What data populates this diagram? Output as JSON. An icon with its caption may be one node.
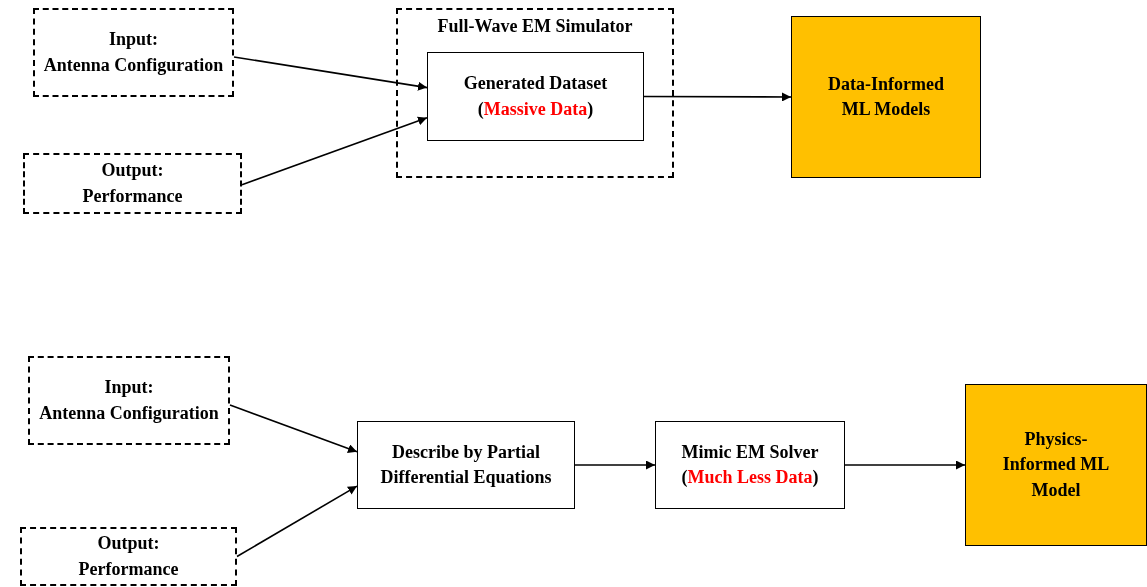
{
  "diagram": {
    "nodes": [
      {
        "text": [
          "Full-Wave EM Simulator"
        ]
      },
      {
        "text": [
          "Input:",
          "Antenna Configuration"
        ]
      },
      {
        "text": [
          "Output:",
          "Performance"
        ]
      },
      {
        "text": [
          "Generated Dataset",
          "(*Massive Data*)"
        ],
        "in": 0
      },
      {
        "text": [
          "Data-Informed ML Models"
        ]
      },
      {
        "text": [
          "Input:",
          "Antenna Configuration"
        ]
      },
      {
        "text": [
          "Output:",
          "Performance"
        ]
      },
      {
        "text": [
          "Describe by Partial Differential Equations"
        ]
      },
      {
        "text": [
          "Mimic EM Solver",
          "(*Much Less Data*)"
        ]
      },
      {
        "text": [
          "Physics-Informed ML Model"
        ]
      }
    ],
    "edges": [
      {
        "from": 1,
        "to": 3,
        "arrow": "to"
      },
      {
        "from": 2,
        "to": 3,
        "arrow": "to"
      },
      {
        "from": 3,
        "to": 4,
        "arrow": "to"
      },
      {
        "from": 5,
        "to": 7,
        "arrow": "to"
      },
      {
        "from": 6,
        "to": 7,
        "arrow": "to"
      },
      {
        "from": 7,
        "to": 8,
        "arrow": "to"
      },
      {
        "from": 8,
        "to": 9,
        "arrow": "to"
      }
    ]
  }
}
